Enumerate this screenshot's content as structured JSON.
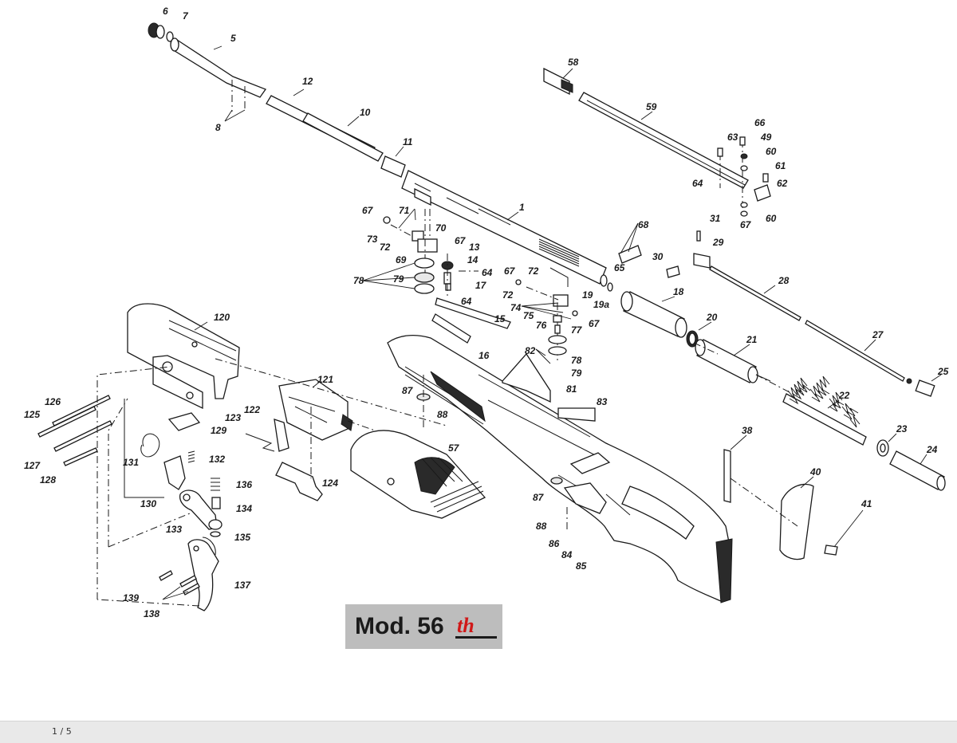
{
  "model_badge": {
    "text": "Mod. 56",
    "suffix": "th"
  },
  "footer": {
    "page_indicator": "1 / 5"
  },
  "part_labels": [
    "1",
    "5",
    "6",
    "7",
    "8",
    "10",
    "11",
    "12",
    "13",
    "14",
    "15",
    "16",
    "17",
    "18",
    "19",
    "19a",
    "20",
    "21",
    "22",
    "23",
    "24",
    "25",
    "27",
    "28",
    "29",
    "30",
    "31",
    "38",
    "40",
    "41",
    "49",
    "57",
    "58",
    "59",
    "60",
    "61",
    "62",
    "63",
    "64",
    "65",
    "66",
    "67",
    "68",
    "69",
    "70",
    "71",
    "72",
    "73",
    "74",
    "75",
    "76",
    "77",
    "78",
    "79",
    "81",
    "82",
    "83",
    "84",
    "85",
    "86",
    "87",
    "88",
    "120",
    "121",
    "122",
    "123",
    "124",
    "125",
    "126",
    "127",
    "128",
    "129",
    "130",
    "131",
    "132",
    "133",
    "134",
    "135",
    "136",
    "137",
    "138",
    "139"
  ],
  "colors": {
    "badge_bg": "#bdbdbd",
    "accent_red": "#d01818",
    "footer_bg": "#e9e9e9"
  }
}
